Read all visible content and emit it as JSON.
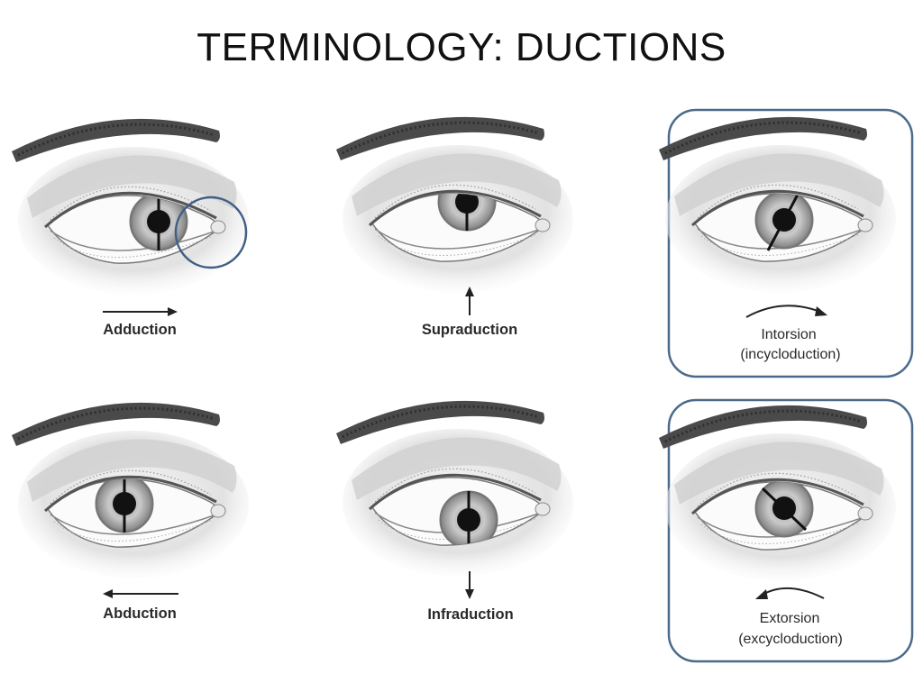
{
  "title": "TERMINOLOGY: DUCTIONS",
  "panels": [
    {
      "id": "adduction",
      "label": "Adduction"
    },
    {
      "id": "supraduction",
      "label": "Supraduction"
    },
    {
      "id": "intorsion",
      "label": "Intorsion",
      "sublabel": "(incycloduction)"
    },
    {
      "id": "abduction",
      "label": "Abduction"
    },
    {
      "id": "infraduction",
      "label": "Infraduction"
    },
    {
      "id": "extorsion",
      "label": "Extorsion",
      "sublabel": "(excycloduction)"
    }
  ],
  "colors": {
    "frame": "#4a6a8a",
    "circle_highlight": "#3f5f85"
  }
}
